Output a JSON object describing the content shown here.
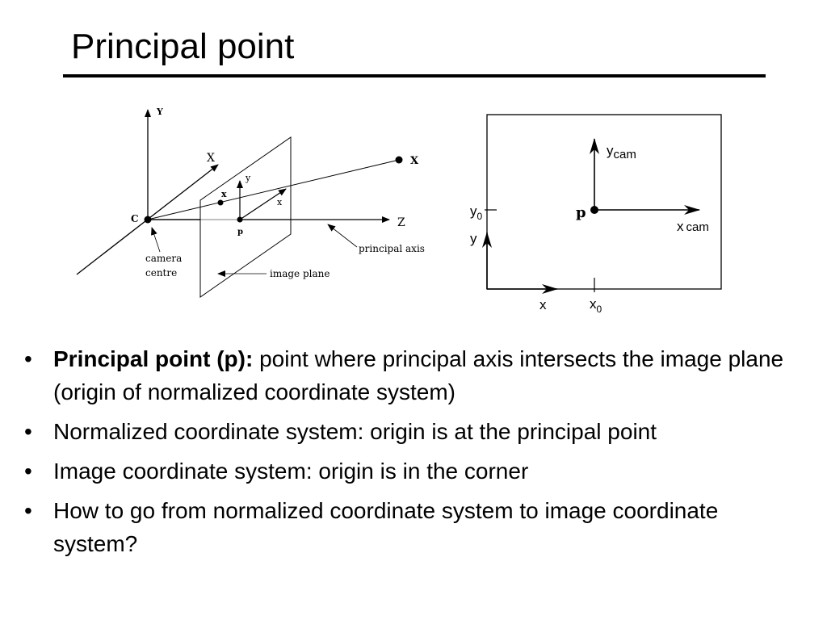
{
  "slide": {
    "title": "Principal point"
  },
  "camera_diagram": {
    "labels": {
      "axis_Y": "Y",
      "axis_X": "X",
      "axis_Z": "Z",
      "camera_centre_C": "C",
      "image_y": "y",
      "image_x_axis": "x",
      "image_point_x": "x",
      "principal_point_p": "p",
      "world_point_X": "X",
      "camera_centre_line1": "camera",
      "camera_centre_line2": "centre",
      "image_plane": "image plane",
      "principal_axis": "principal axis"
    }
  },
  "image_diagram": {
    "labels": {
      "y_cam": "y",
      "y_cam_sub": "cam",
      "x_cam": "x",
      "x_cam_sub": "cam",
      "p": "p",
      "y0": "y",
      "y0_sub": "0",
      "y": "y",
      "x": "x",
      "x0": "x",
      "x0_sub": "0"
    }
  },
  "bullets": [
    {
      "bold": "Principal point (p):",
      "text": " point where principal axis intersects the image plane (origin of normalized coordinate system)"
    },
    {
      "bold": "",
      "text": "Normalized coordinate system: origin is at the principal point"
    },
    {
      "bold": "",
      "text": "Image coordinate system: origin is in the corner"
    },
    {
      "bold": "",
      "text": "How to go from normalized coordinate system to image coordinate system?"
    }
  ],
  "bullet_glyph": "•"
}
